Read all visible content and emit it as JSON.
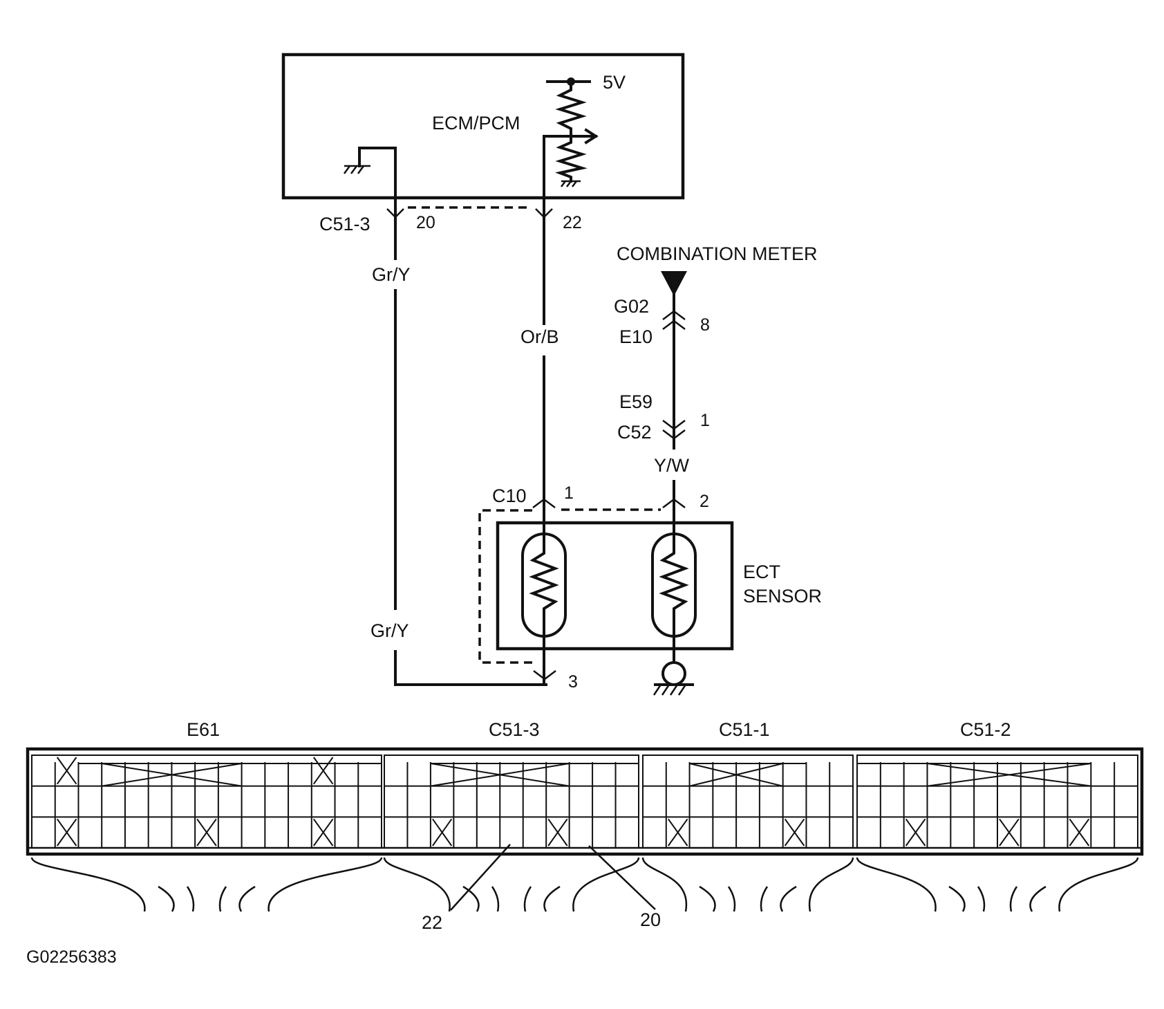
{
  "ecm": {
    "label": "ECM/PCM",
    "voltage": "5V"
  },
  "c51_3_top": {
    "connector": "C51-3",
    "pin_left": "20",
    "pin_right": "22"
  },
  "wires": {
    "gr_y_upper": "Gr/Y",
    "or_b": "Or/B",
    "gr_y_lower": "Gr/Y",
    "y_w": "Y/W"
  },
  "meter": {
    "label": "COMBINATION METER",
    "g02": "G02",
    "e10": "E10",
    "pin_8": "8",
    "e59": "E59",
    "c52": "C52",
    "pin_1": "1"
  },
  "sensor": {
    "connector": "C10",
    "pin_1": "1",
    "pin_2": "2",
    "pin_3": "3",
    "label_line1": "ECT",
    "label_line2": "SENSOR"
  },
  "connectors": {
    "e61": "E61",
    "c51_3": "C51-3",
    "c51_1": "C51-1",
    "c51_2": "C51-2",
    "callout_22": "22",
    "callout_20": "20"
  },
  "figure_id": "G02256383"
}
